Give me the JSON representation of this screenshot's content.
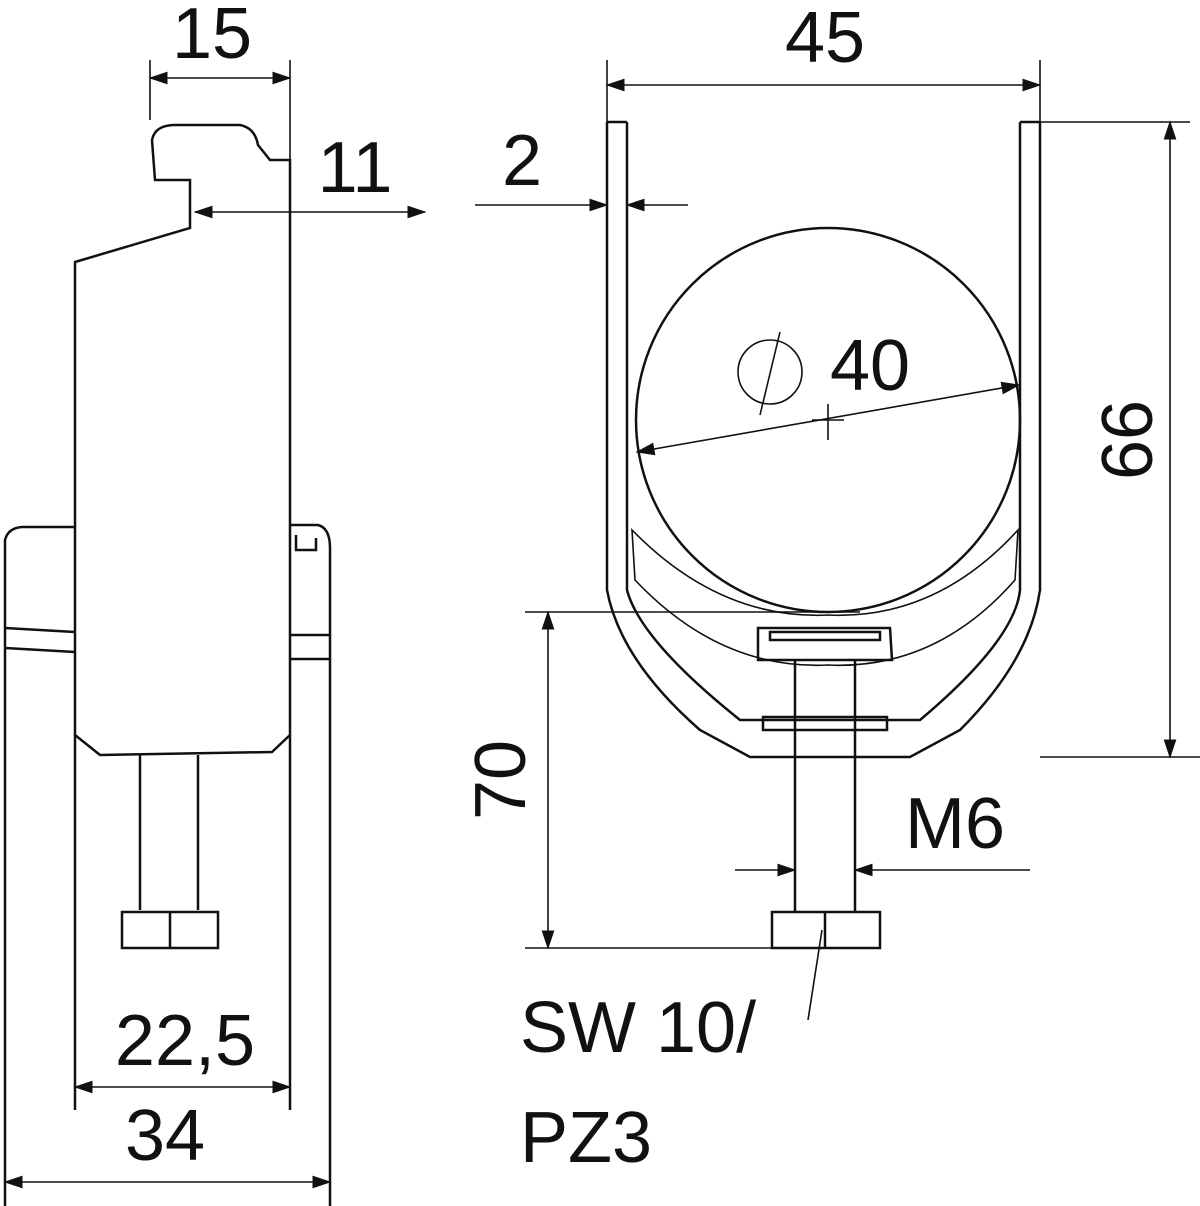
{
  "dimensions": {
    "width_15": "15",
    "hook_11": "11",
    "inner_22_5": "22,5",
    "base_34": "34",
    "width_45": "45",
    "thickness_2": "2",
    "diameter_40": "40",
    "height_66": "66",
    "height_70": "70",
    "thread_m6": "M6",
    "drive_sw": "SW 10/",
    "drive_pz": "PZ3"
  },
  "colors": {
    "line": "#111111",
    "background": "#ffffff"
  }
}
